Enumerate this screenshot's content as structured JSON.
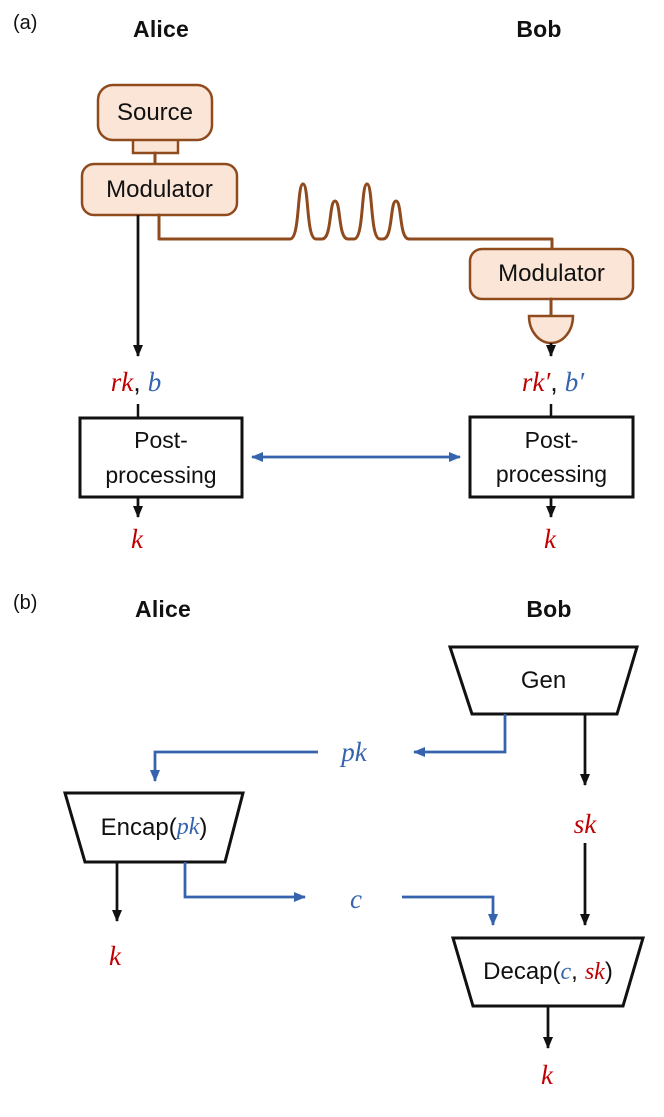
{
  "figure": {
    "panel_a": {
      "label": "(a)",
      "alice_header": "Alice",
      "bob_header": "Bob",
      "source_label": "Source",
      "alice_modulator_label": "Modulator",
      "bob_modulator_label": "Modulator",
      "alice_output": {
        "raw_key": "rk",
        "comma": ",",
        "basis": "b"
      },
      "bob_output": {
        "raw_key": "rk′",
        "comma": ",",
        "basis": "b′"
      },
      "alice_post": {
        "line1": "Post-",
        "line2": "processing"
      },
      "bob_post": {
        "line1": "Post-",
        "line2": "processing"
      },
      "alice_key": "k",
      "bob_key": "k"
    },
    "panel_b": {
      "label": "(b)",
      "alice_header": "Alice",
      "bob_header": "Bob",
      "gen_label": "Gen",
      "pk_label": "pk",
      "sk_label": "sk",
      "c_label": "c",
      "encap": {
        "prefix": "Encap(",
        "arg": "pk",
        "suffix": ")"
      },
      "decap": {
        "prefix": "Decap(",
        "arg1": "c",
        "comma": ",",
        "arg2": "sk",
        "suffix": ")"
      },
      "alice_key": "k",
      "bob_key": "k"
    },
    "colors": {
      "red": "#C00000",
      "blue": "#3563AE",
      "brown": "#8F4A1E",
      "peach": "#FBE5D6",
      "ink": "#111111"
    },
    "icons": {
      "pulse_train": "optical-pulse-train-icon",
      "detector": "photodetector-icon"
    }
  }
}
